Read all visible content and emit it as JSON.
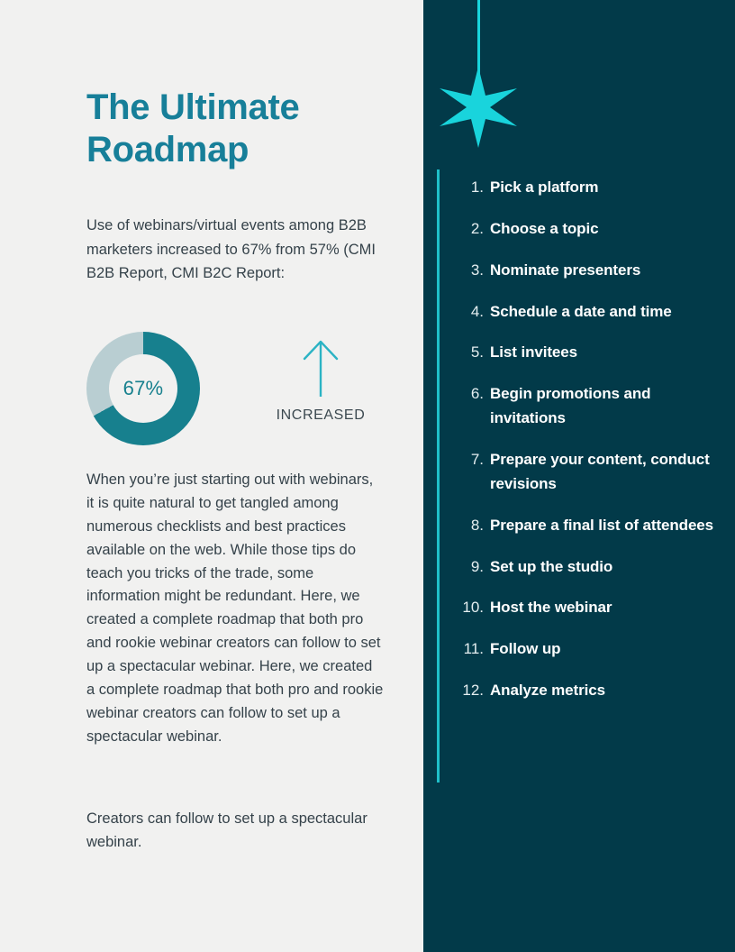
{
  "theme": {
    "left_background": "#F1F1F0",
    "right_background": "#023A49",
    "title_color": "#177F99",
    "body_text_color": "#35424A",
    "accent_cyan": "#1FBFC9",
    "sparkle_color": "#19D4DC",
    "donut_filled_color": "#17808E",
    "donut_track_color": "#B9CED2",
    "list_text_color": "#FFFFFF",
    "list_number_color": "#E4EEF0"
  },
  "left": {
    "title": "The Ultimate Roadmap",
    "intro_paragraph": "Use of webinars/virtual events among B2B marketers increased to 67% from 57% (CMI B2B Report, CMI B2C Report:",
    "stat": {
      "donut_value_label": "67%",
      "donut_percent": 67,
      "trend_label": "INCREASED",
      "trend_direction": "up",
      "arrow_icon": "arrow-up-icon"
    },
    "body_paragraph": "When you’re just starting out with webinars, it is quite natural to get tangled among numerous checklists and best practices available on the web. While those tips do teach you tricks of the trade, some information might be redundant. Here, we created a complete roadmap that both pro and rookie webinar creators can follow to set up a spectacular webinar. Here, we created a complete roadmap that both pro and rookie webinar creators can follow to set up a spectacular webinar.",
    "closing_paragraph": "Creators can follow to set up a spectacular webinar."
  },
  "right": {
    "sparkle_icon": "six-point-star-icon",
    "items": [
      {
        "number": "1.",
        "label": "Pick a platform"
      },
      {
        "number": "2.",
        "label": "Choose a topic"
      },
      {
        "number": "3.",
        "label": "Nominate presenters"
      },
      {
        "number": "4.",
        "label": "Schedule a date and time"
      },
      {
        "number": "5.",
        "label": "List invitees"
      },
      {
        "number": "6.",
        "label": "Begin promotions and invitations"
      },
      {
        "number": "7.",
        "label": "Prepare your content, conduct revisions"
      },
      {
        "number": "8.",
        "label": "Prepare a final list of attendees"
      },
      {
        "number": "9.",
        "label": "Set up the studio"
      },
      {
        "number": "10.",
        "label": "Host the webinar"
      },
      {
        "number": "11.",
        "label": "Follow up"
      },
      {
        "number": "12.",
        "label": "Analyze metrics"
      }
    ]
  }
}
